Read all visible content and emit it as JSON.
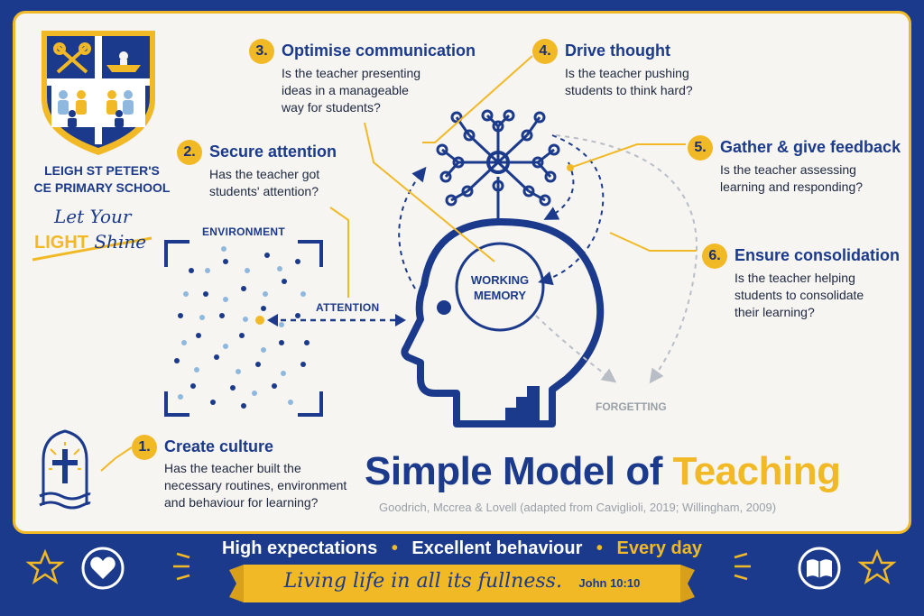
{
  "school": {
    "name_line1": "LEIGH ST PETER'S",
    "name_line2": "CE PRIMARY SCHOOL",
    "motto_part1": "Let Your",
    "motto_light": "LIGHT",
    "motto_part2": "Shine"
  },
  "steps": [
    {
      "number": "1.",
      "title": "Create culture",
      "question_lines": [
        "Has the teacher built the",
        "necessary routines, environment",
        "and behaviour for learning?"
      ]
    },
    {
      "number": "2.",
      "title": "Secure attention",
      "question_lines": [
        "Has the teacher got",
        "students' attention?"
      ]
    },
    {
      "number": "3.",
      "title": "Optimise communication",
      "question_lines": [
        "Is the teacher presenting",
        "ideas in a manageable",
        "way for students?"
      ]
    },
    {
      "number": "4.",
      "title": "Drive thought",
      "question_lines": [
        "Is the teacher pushing",
        "students to think hard?"
      ]
    },
    {
      "number": "5.",
      "title": "Gather & give feedback",
      "question_lines": [
        "Is the teacher assessing",
        "learning and responding?"
      ]
    },
    {
      "number": "6.",
      "title": "Ensure consolidation",
      "question_lines": [
        "Is the teacher helping",
        "students to consolidate",
        "their learning?"
      ]
    }
  ],
  "diagram": {
    "environment": "ENVIRONMENT",
    "attention": "ATTENTION",
    "working_memory_line1": "WORKING",
    "working_memory_line2": "MEMORY",
    "forgetting": "FORGETTING"
  },
  "title": {
    "part1": "Simple Model of",
    "part2": "Teaching",
    "credit": "Goodrich, Mccrea & Lovell (adapted from Caviglioli, 2019; Willingham, 2009)"
  },
  "banner": {
    "item1": "High expectations",
    "item2": "Excellent behaviour",
    "item3": "Every day",
    "separator": "•",
    "quote": "Living life in all its fullness.",
    "reference": "John 10:10"
  },
  "colors": {
    "navy": "#1b3a8c",
    "gold": "#f2b927",
    "light_blue": "#8fb8de",
    "grey": "#9aa0a8",
    "background": "#f6f5f1"
  },
  "icons": [
    "school-crest-icon",
    "cross-window-icon",
    "heart-icon",
    "book-icon",
    "star-icon",
    "brain-network-icon",
    "head-profile-icon"
  ]
}
